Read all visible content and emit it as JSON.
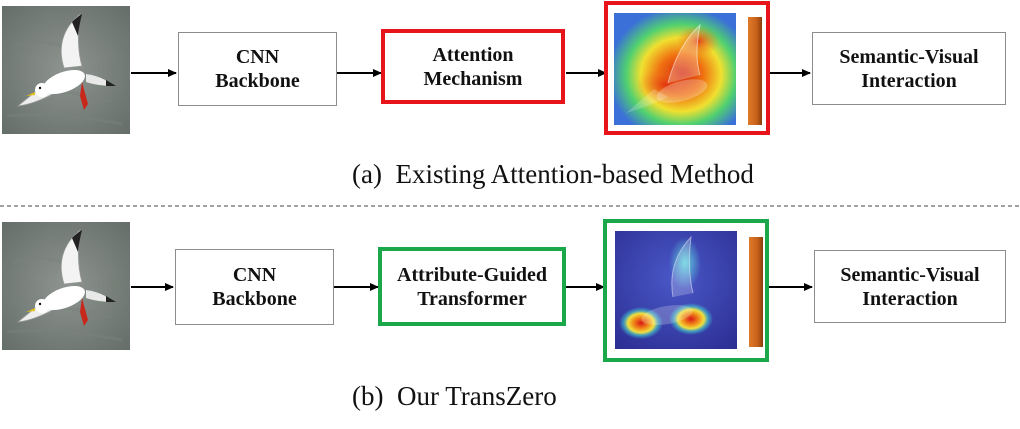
{
  "panel_a": {
    "backbone_label": "CNN\nBackbone",
    "module_label": "Attention\nMechanism",
    "interaction_label": "Semantic-Visual\nInteraction",
    "caption_letter": "(a)",
    "caption_text": "Existing Attention-based Method",
    "module_border_color": "#e8141c"
  },
  "panel_b": {
    "backbone_label": "CNN\nBackbone",
    "module_label": "Attribute-Guided\nTransformer",
    "interaction_label": "Semantic-Visual\nInteraction",
    "caption_letter": "(b)",
    "caption_text": "Our TransZero",
    "module_border_color": "#1ba84a"
  },
  "icons": {
    "input_image": "seagull-photo",
    "attention_map": "heatmap-overlay",
    "feature_bar": "orange-feature-bar"
  }
}
